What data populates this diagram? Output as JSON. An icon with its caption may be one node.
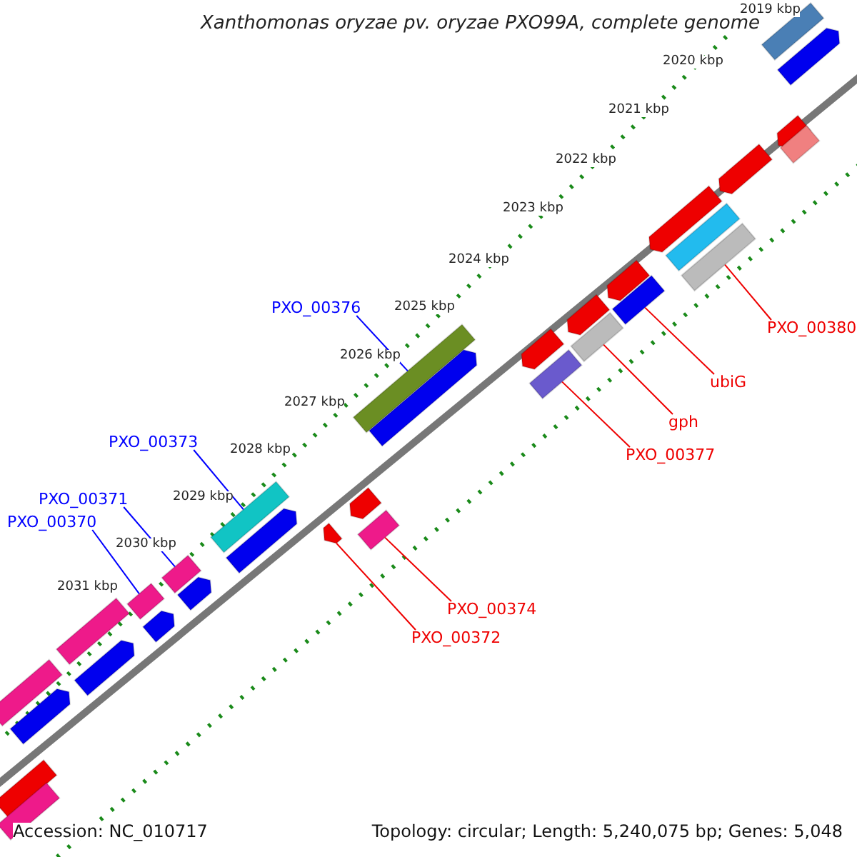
{
  "diagram": {
    "title": "Xanthomonas oryzae pv. oryzae PXO99A, complete genome",
    "nodes": [
      {
        "text": [
          "PXO_00376"
        ]
      },
      {
        "text": [],
        "shape": "bar"
      },
      {
        "text": [
          "PXO_00373"
        ]
      },
      {
        "text": [],
        "shape": "bar"
      },
      {
        "text": [
          "PXO_00371"
        ]
      },
      {
        "text": [],
        "shape": "bar"
      },
      {
        "text": [
          "PXO_00370"
        ]
      },
      {
        "text": [],
        "shape": "bar"
      },
      {
        "text": [
          "PXO_00380"
        ]
      },
      {
        "text": [],
        "shape": "bar"
      },
      {
        "text": [
          "ubiG"
        ]
      },
      {
        "text": [],
        "shape": "bar"
      },
      {
        "text": [
          "gph"
        ]
      },
      {
        "text": [],
        "shape": "bar"
      },
      {
        "text": [
          "PXO_00377"
        ]
      },
      {
        "text": [],
        "shape": "bar"
      },
      {
        "text": [
          "PXO_00374"
        ]
      },
      {
        "text": [],
        "shape": "bar"
      },
      {
        "text": [
          "PXO_00372"
        ]
      },
      {
        "text": [],
        "shape": "bar"
      },
      {
        "text": [],
        "shape": "bar"
      },
      {
        "text": [],
        "shape": "bar"
      },
      {
        "text": [],
        "shape": "bar"
      },
      {
        "text": [],
        "shape": "bar"
      },
      {
        "text": [],
        "shape": "bar"
      },
      {
        "text": [],
        "shape": "bar"
      },
      {
        "text": [],
        "shape": "bar"
      },
      {
        "text": [],
        "shape": "bar"
      },
      {
        "text": [],
        "shape": "bar"
      },
      {
        "text": [],
        "shape": "bar"
      },
      {
        "text": [],
        "shape": "bar"
      },
      {
        "text": [],
        "shape": "bar"
      },
      {
        "text": [],
        "shape": "bar"
      },
      {
        "text": [],
        "shape": "bar"
      },
      {
        "text": [],
        "shape": "bar"
      },
      {
        "text": [],
        "shape": "bar"
      },
      {
        "text": [],
        "shape": "bar"
      },
      {
        "text": [],
        "shape": "bar"
      },
      {
        "text": [],
        "shape": "bar"
      },
      {
        "text": [],
        "shape": "bar"
      },
      {
        "text": [],
        "shape": "bar"
      }
    ],
    "edges": [
      {
        "from": 0,
        "to": 1,
        "arrow": "none",
        "color": "#0000ff"
      },
      {
        "from": 2,
        "to": 3,
        "arrow": "none",
        "color": "#0000ff"
      },
      {
        "from": 4,
        "to": 5,
        "arrow": "none",
        "color": "#0000ff"
      },
      {
        "from": 6,
        "to": 7,
        "arrow": "none",
        "color": "#0000ff"
      },
      {
        "from": 8,
        "to": 9,
        "arrow": "none"
      },
      {
        "from": 10,
        "to": 11,
        "arrow": "none"
      },
      {
        "from": 12,
        "to": 13,
        "arrow": "none"
      },
      {
        "from": 14,
        "to": 15,
        "arrow": "none"
      },
      {
        "from": 16,
        "to": 17,
        "arrow": "none"
      },
      {
        "from": 18,
        "to": 19,
        "arrow": "none"
      }
    ],
    "labels": [
      "2019 kbp",
      "2020 kbp",
      "2021 kbp",
      "2022 kbp",
      "2023 kbp",
      "2024 kbp",
      "2025 kbp",
      "2026 kbp",
      "2027 kbp",
      "2028 kbp",
      "2029 kbp",
      "2030 kbp",
      "2031 kbp",
      "Accession: NC_010717",
      "Topology: circular; Length: 5,240,075 bp; Genes: 5,048"
    ]
  }
}
